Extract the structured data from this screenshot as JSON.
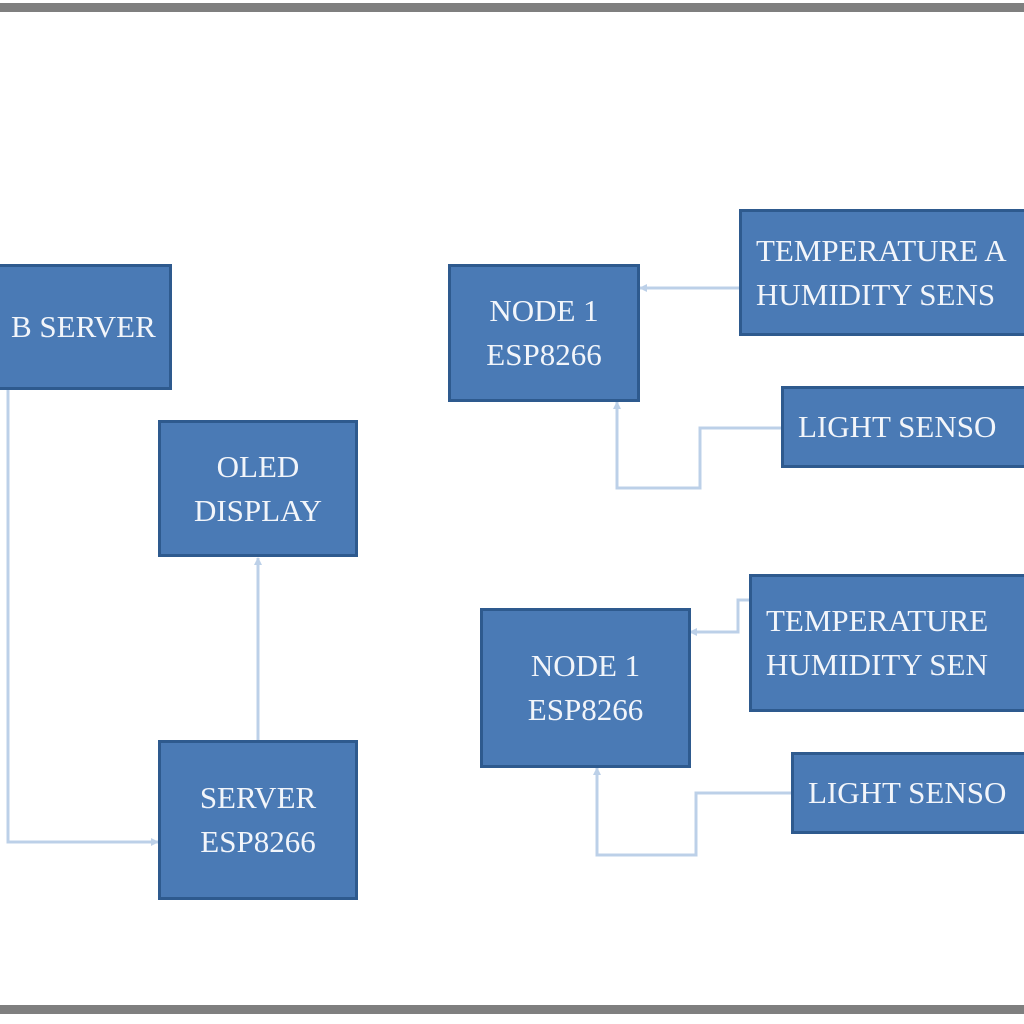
{
  "blocks": {
    "web_server": {
      "line1": "B SERVER"
    },
    "oled_display": {
      "line1": "OLED",
      "line2": "DISPLAY"
    },
    "server": {
      "line1": "SERVER",
      "line2": "ESP8266"
    },
    "node_top": {
      "line1": "NODE 1",
      "line2": "ESP8266"
    },
    "node_bottom": {
      "line1": "NODE 1",
      "line2": "ESP8266"
    },
    "temp_sensor_top": {
      "line1": "TEMPERATURE A",
      "line2": "HUMIDITY  SENS"
    },
    "light_sensor_top": {
      "line1": "LIGHT SENSO"
    },
    "temp_sensor_bottom": {
      "line1": "TEMPERATURE",
      "line2": "HUMIDITY  SEN"
    },
    "light_sensor_bottom": {
      "line1": "LIGHT SENSO"
    }
  },
  "colors": {
    "box_fill": "#4a7ab5",
    "box_border": "#2e5a8e",
    "box_text": "#f2f5fa",
    "connector": "#bcd0e8",
    "frame": "#7f7f7f",
    "background": "#ffffff"
  }
}
